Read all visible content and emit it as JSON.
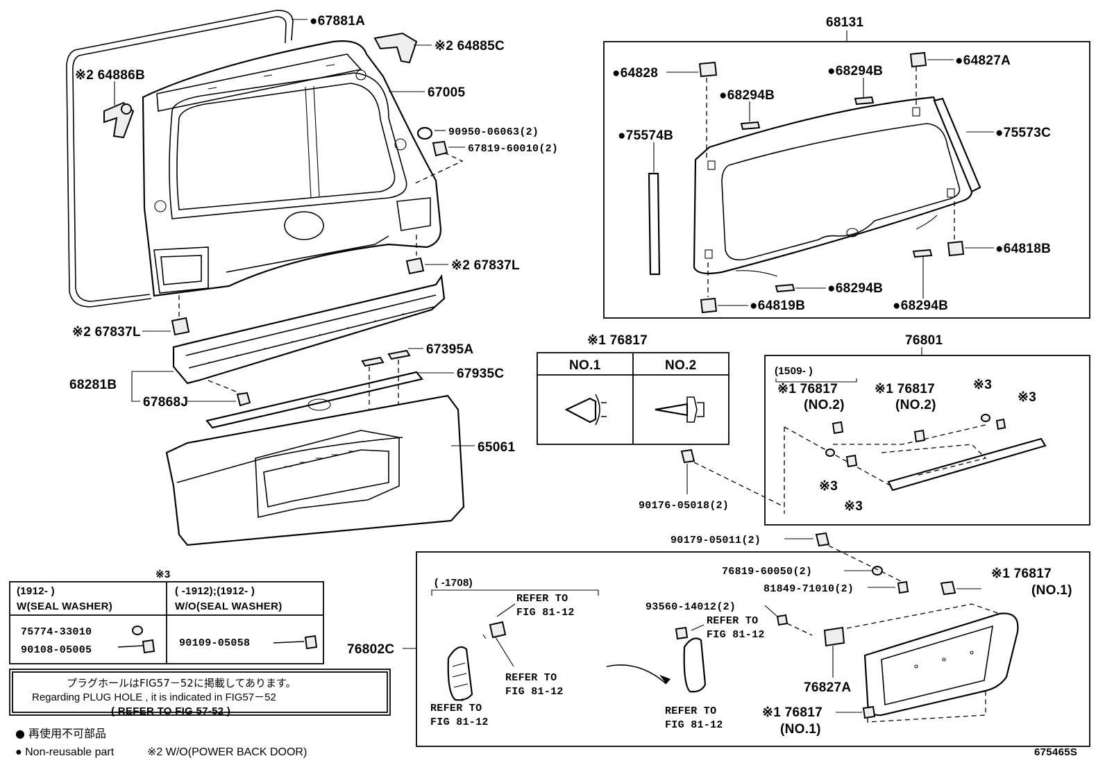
{
  "diagram_id": "675465S",
  "labels": {
    "p67881A": "●67881A",
    "p64885C": "※2 64885C",
    "p64886B": "※2 64886B",
    "p67005": "67005",
    "p90950": "90950-06063(2)",
    "p67819": "67819-60010(2)",
    "p67837L_r": "※2 67837L",
    "p67837L_l": "※2 67837L",
    "p67395A": "67395A",
    "p67935C": "67935C",
    "p68281B": "68281B",
    "p67868J": "67868J",
    "p65061": "65061",
    "p68131": "68131",
    "p64828": "●64828",
    "p68294B_a": "●68294B",
    "p68294B_b": "●68294B",
    "p64827A": "●64827A",
    "p75574B": "●75574B",
    "p75573C": "●75573C",
    "p64818B": "●64818B",
    "p68294B_c": "●68294B",
    "p64819B": "●64819B",
    "p68294B_d": "●68294B",
    "p76817_title": "※1 76817",
    "p76801": "76801",
    "p90176": "90176-05018(2)",
    "p90179": "90179-05011(2)",
    "p76819": "76819-60050(2)",
    "p81849": "81849-71010(2)",
    "p76817_r": "※1 76817",
    "p76817_r_no": "(NO.1)",
    "p93560": "93560-14012(2)",
    "p76802C": "76802C",
    "p76827A": "76827A",
    "p76817_b": "※1 76817",
    "p76817_b_no": "(NO.1)"
  },
  "clip_table": {
    "headers": [
      "NO.1",
      "NO.2"
    ]
  },
  "box76801": {
    "date": "(1509-     )",
    "clipA": "※1 76817",
    "clipA_no": "(NO.2)",
    "clipB": "※1 76817",
    "clipB_no": "(NO.2)",
    "s3a": "※3",
    "s3b": "※3",
    "s3c": "※3",
    "s3d": "※3"
  },
  "box76802": {
    "date": "(     -1708)",
    "refers": [
      "REFER TO",
      "FIG 81-12"
    ]
  },
  "washer_table": {
    "title": "※3",
    "left_head1": "(1912-     )",
    "left_head2": "W(SEAL WASHER)",
    "right_head1": "(     -1912);(1912-     )",
    "right_head2": "W/O(SEAL WASHER)",
    "left_p1": "75774-33010",
    "left_p2": "90108-05005",
    "right_p1": "90109-05058"
  },
  "note": {
    "jp": "プラグホールはFIG57－52に掲載してあります。",
    "en": "Regarding PLUG HOLE , it is indicated in FIG57－52",
    "ref": "(     REFER TO FIG 57-52     )"
  },
  "legend": {
    "l1": "● 再使用不可部品",
    "l2": "● Non-reusable part",
    "l3": "※2 W/O(POWER BACK DOOR)"
  }
}
